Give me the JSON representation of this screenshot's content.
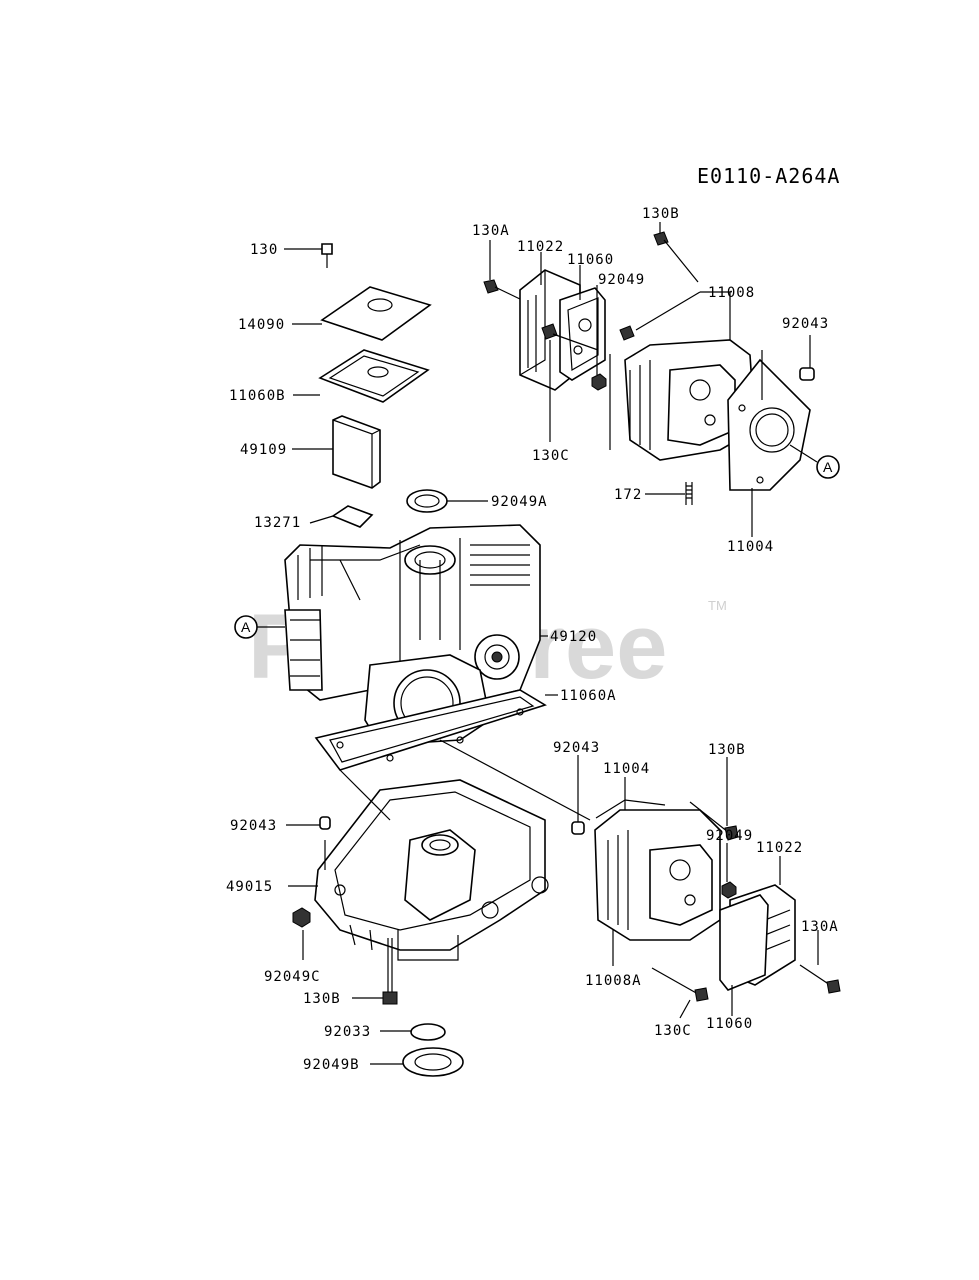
{
  "diagram_code": "E0110-A264A",
  "watermark": "PartsTree",
  "watermark_tm": "TM",
  "ref_marker": "A",
  "labels": {
    "p130": "130",
    "p14090": "14090",
    "p11060B": "11060B",
    "p49109": "49109",
    "p13271": "13271",
    "p92049A": "92049A",
    "p49120": "49120",
    "p11060A": "11060A",
    "p92043_left": "92043",
    "p49015": "49015",
    "p92049C": "92049C",
    "p130B_bottom": "130B",
    "p92033": "92033",
    "p92049B": "92049B",
    "p130A_top": "130A",
    "p11022_top": "11022",
    "p11060_top": "11060",
    "p92049_top": "92049",
    "p130B_top": "130B",
    "p11008": "11008",
    "p92043_top": "92043",
    "p130C_top": "130C",
    "p172": "172",
    "p11004_top": "11004",
    "p92043_mid": "92043",
    "p11004_mid": "11004",
    "p130B_mid": "130B",
    "p92049_mid": "92049",
    "p11022_mid": "11022",
    "p130A_mid": "130A",
    "p11008A": "11008A",
    "p130C_bottom": "130C",
    "p11060_bottom": "11060"
  }
}
